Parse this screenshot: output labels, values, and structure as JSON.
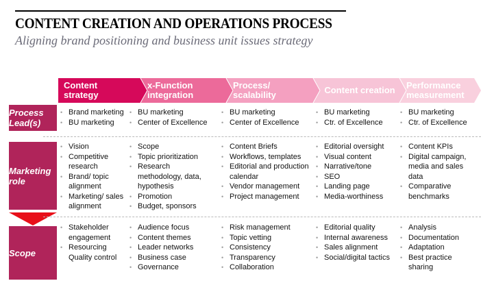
{
  "header": {
    "title": "CONTENT CREATION AND OPERATIONS PROCESS",
    "subtitle": "Aligning brand positioning and business unit issues strategy"
  },
  "colors": {
    "stage_1": "#d6095a",
    "stage_2": "#ec6a9a",
    "stage_3": "#f4a0c0",
    "stage_4": "#f7c4d7",
    "stage_5": "#f9d0de",
    "row_label": "#b0245a",
    "arrow": "#e8101a"
  },
  "stages": [
    {
      "line1": "Content",
      "line2": "strategy"
    },
    {
      "line1": "x-Function",
      "line2": "integration"
    },
    {
      "line1": "Process/",
      "line2": "scalability"
    },
    {
      "line1": "Content creation",
      "line2": ""
    },
    {
      "line1": "Performance",
      "line2": "measurement"
    }
  ],
  "rows": [
    {
      "line1": "Process",
      "line2": "Lead(s)"
    },
    {
      "line1": "Marketing",
      "line2": "role"
    },
    {
      "line1": "Scope",
      "line2": ""
    }
  ],
  "grid": {
    "process_leads": [
      [
        "Brand marketing",
        "BU marketing"
      ],
      [
        "BU marketing",
        "Center of Excellence"
      ],
      [
        "BU marketing",
        "Center of Excellence"
      ],
      [
        "BU marketing",
        "Ctr. of Excellence"
      ],
      [
        "BU marketing",
        "Ctr. of Excellence"
      ]
    ],
    "marketing_role": [
      [
        "Vision",
        "Competitive research",
        "Brand/ topic alignment",
        "Marketing/ sales alignment"
      ],
      [
        "Scope",
        "Topic prioritization",
        "Research methodology, data, hypothesis",
        "Promotion",
        "Budget, sponsors"
      ],
      [
        "Content Briefs",
        "Workflows, templates",
        "Editorial and production calendar",
        "Vendor management",
        "Project management"
      ],
      [
        "Editorial oversight",
        "Visual content",
        "Narrative/tone",
        "SEO",
        "Landing page",
        "Media-worthiness"
      ],
      [
        "Content KPIs",
        "Digital campaign, media and sales data",
        "Comparative benchmarks"
      ]
    ],
    "scope": [
      [
        "Stakeholder engagement",
        "Resourcing",
        "Quality control"
      ],
      [
        "Audience focus",
        "Content themes",
        "Leader networks",
        "Business case",
        "Governance"
      ],
      [
        "Risk management",
        "Topic vetting",
        "Consistency",
        "Transparency",
        "Collaboration"
      ],
      [
        "Editorial quality",
        "Internal awareness",
        "Sales alignment",
        "Social/digital tactics"
      ],
      [
        "Analysis",
        "Documentation",
        "Adaptation",
        "Best practice sharing"
      ]
    ]
  }
}
